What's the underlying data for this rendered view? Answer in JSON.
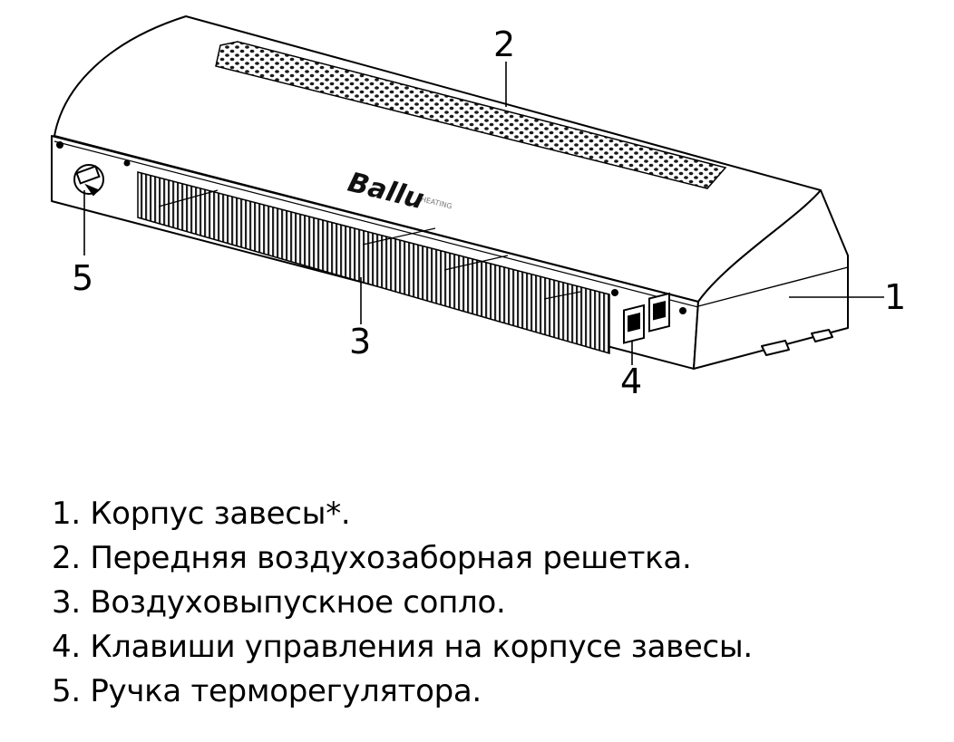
{
  "diagram": {
    "logo": {
      "brand": "Ballu",
      "tagline": "HEATING"
    },
    "callouts": [
      {
        "id": "1",
        "label": "1"
      },
      {
        "id": "2",
        "label": "2"
      },
      {
        "id": "3",
        "label": "3"
      },
      {
        "id": "4",
        "label": "4"
      },
      {
        "id": "5",
        "label": "5"
      }
    ]
  },
  "legend": {
    "items": [
      "1. Корпус завесы*.",
      "2. Передняя воздухозаборная решетка.",
      "3. Воздуховыпускное сопло.",
      "4. Клавиши управления на корпусе завесы.",
      "5. Ручка терморегулятора."
    ]
  }
}
